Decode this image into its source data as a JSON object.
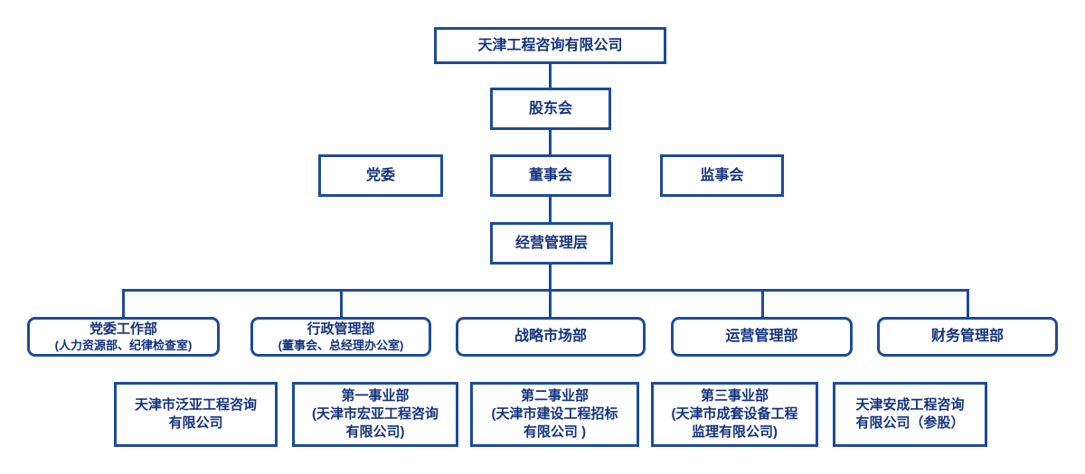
{
  "palette": {
    "line_color": "#1c4b9b",
    "text_color": "#14337e",
    "background": "#ffffff"
  },
  "org": {
    "root": "天津工程咨询有限公司",
    "shareholders": "股东会",
    "party_committee": "党委",
    "board": "董事会",
    "supervisory_board": "监事会",
    "management": "经营管理层",
    "departments": [
      {
        "title": "党委工作部",
        "subtitle": "(人力资源部、纪律检查室)"
      },
      {
        "title": "行政管理部",
        "subtitle": "(董事会、总经理办公室)"
      },
      {
        "title": "战略市场部"
      },
      {
        "title": "运营管理部"
      },
      {
        "title": "财务管理部"
      }
    ],
    "subsidiaries": [
      {
        "lines": [
          "天津市泛亚工程咨询",
          "有限公司"
        ]
      },
      {
        "lines": [
          "第一事业部",
          "(天津市宏亚工程咨询",
          "有限公司)"
        ]
      },
      {
        "lines": [
          "第二事业部",
          "(天津市建设工程招标",
          "有限公司 )"
        ]
      },
      {
        "lines": [
          "第三事业部",
          "(天津市成套设备工程",
          "监理有限公司)"
        ]
      },
      {
        "lines": [
          "天津安成工程咨询",
          "有限公司（参股）"
        ]
      }
    ]
  }
}
